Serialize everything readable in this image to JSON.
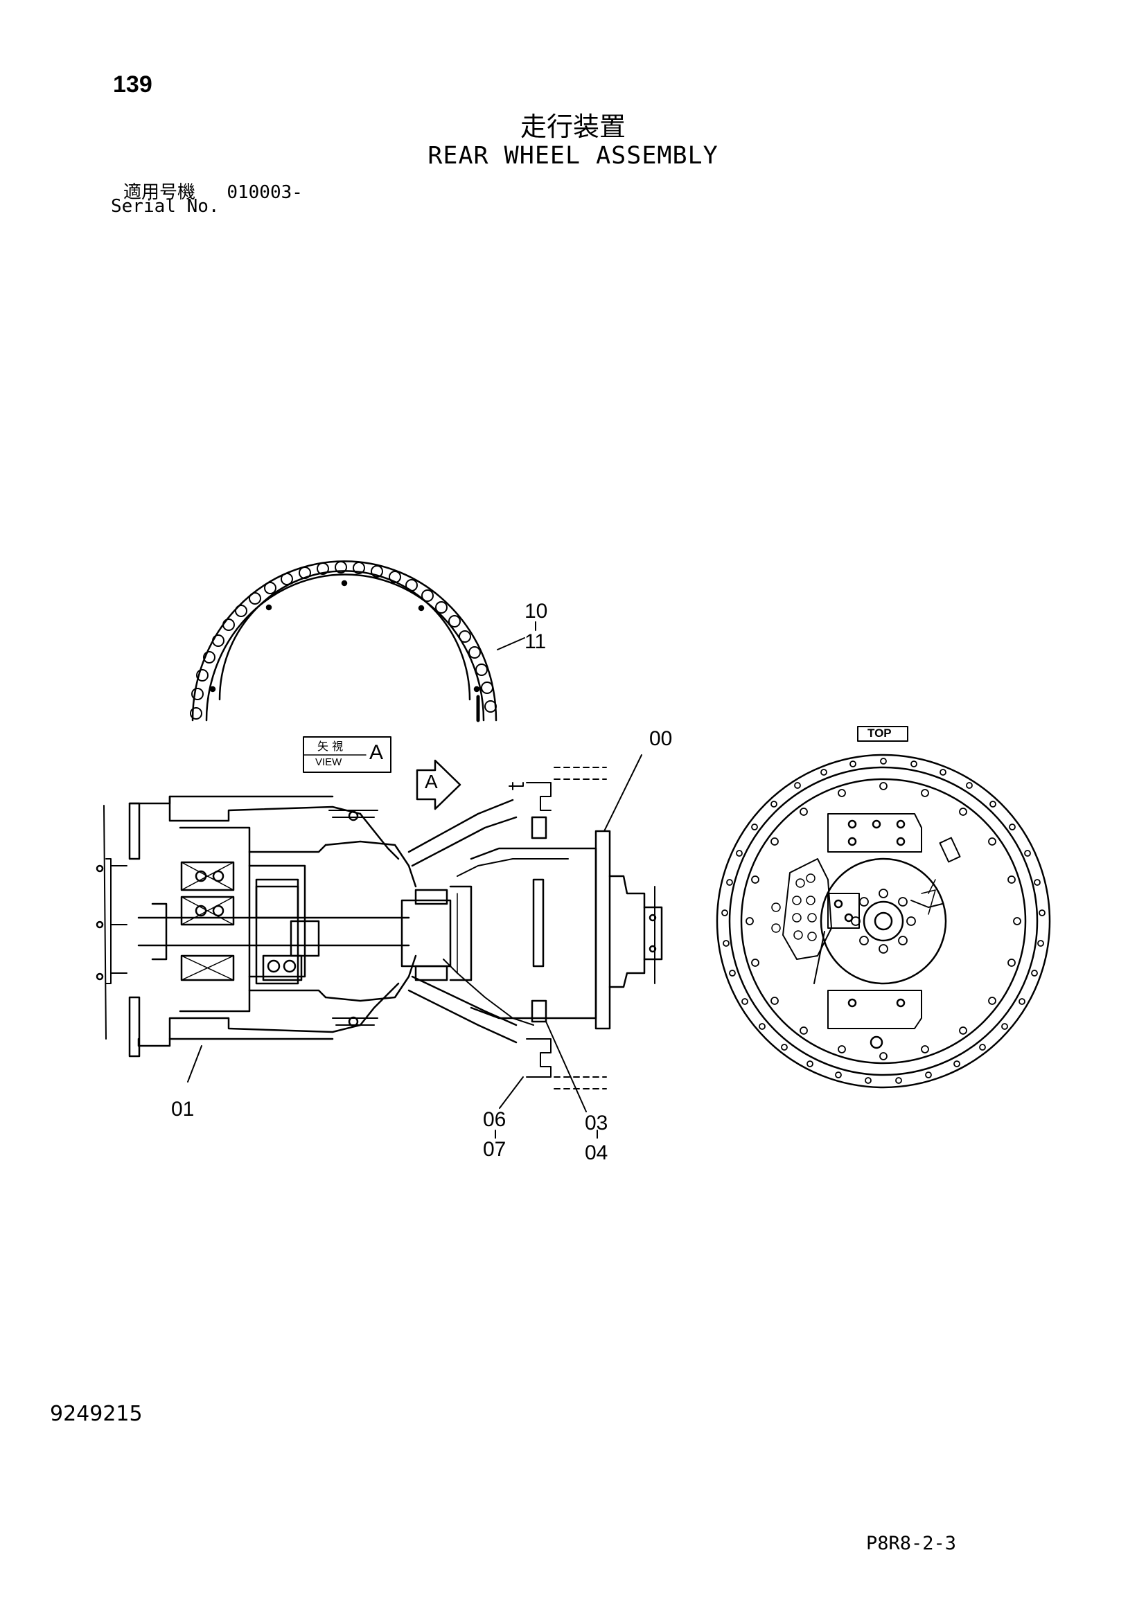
{
  "header": {
    "page_number": "139",
    "title_jp": "走行装置",
    "title_en": "REAR WHEEL ASSEMBLY",
    "serial_label_jp": "適用号機",
    "serial_value": "010003-",
    "serial_label_en": "Serial No."
  },
  "diagram": {
    "view_box_jp": "矢 視",
    "view_box_en": "VIEW",
    "view_letter": "A",
    "arrow_letter": "A",
    "top_label": "TOP",
    "callouts": {
      "c10": "10",
      "c11": "11",
      "c00": "00",
      "c01": "01",
      "c06": "06",
      "c07": "07",
      "c03": "03",
      "c04": "04"
    }
  },
  "footer": {
    "doc_number": "9249215",
    "page_code": "P8R8-2-3"
  }
}
